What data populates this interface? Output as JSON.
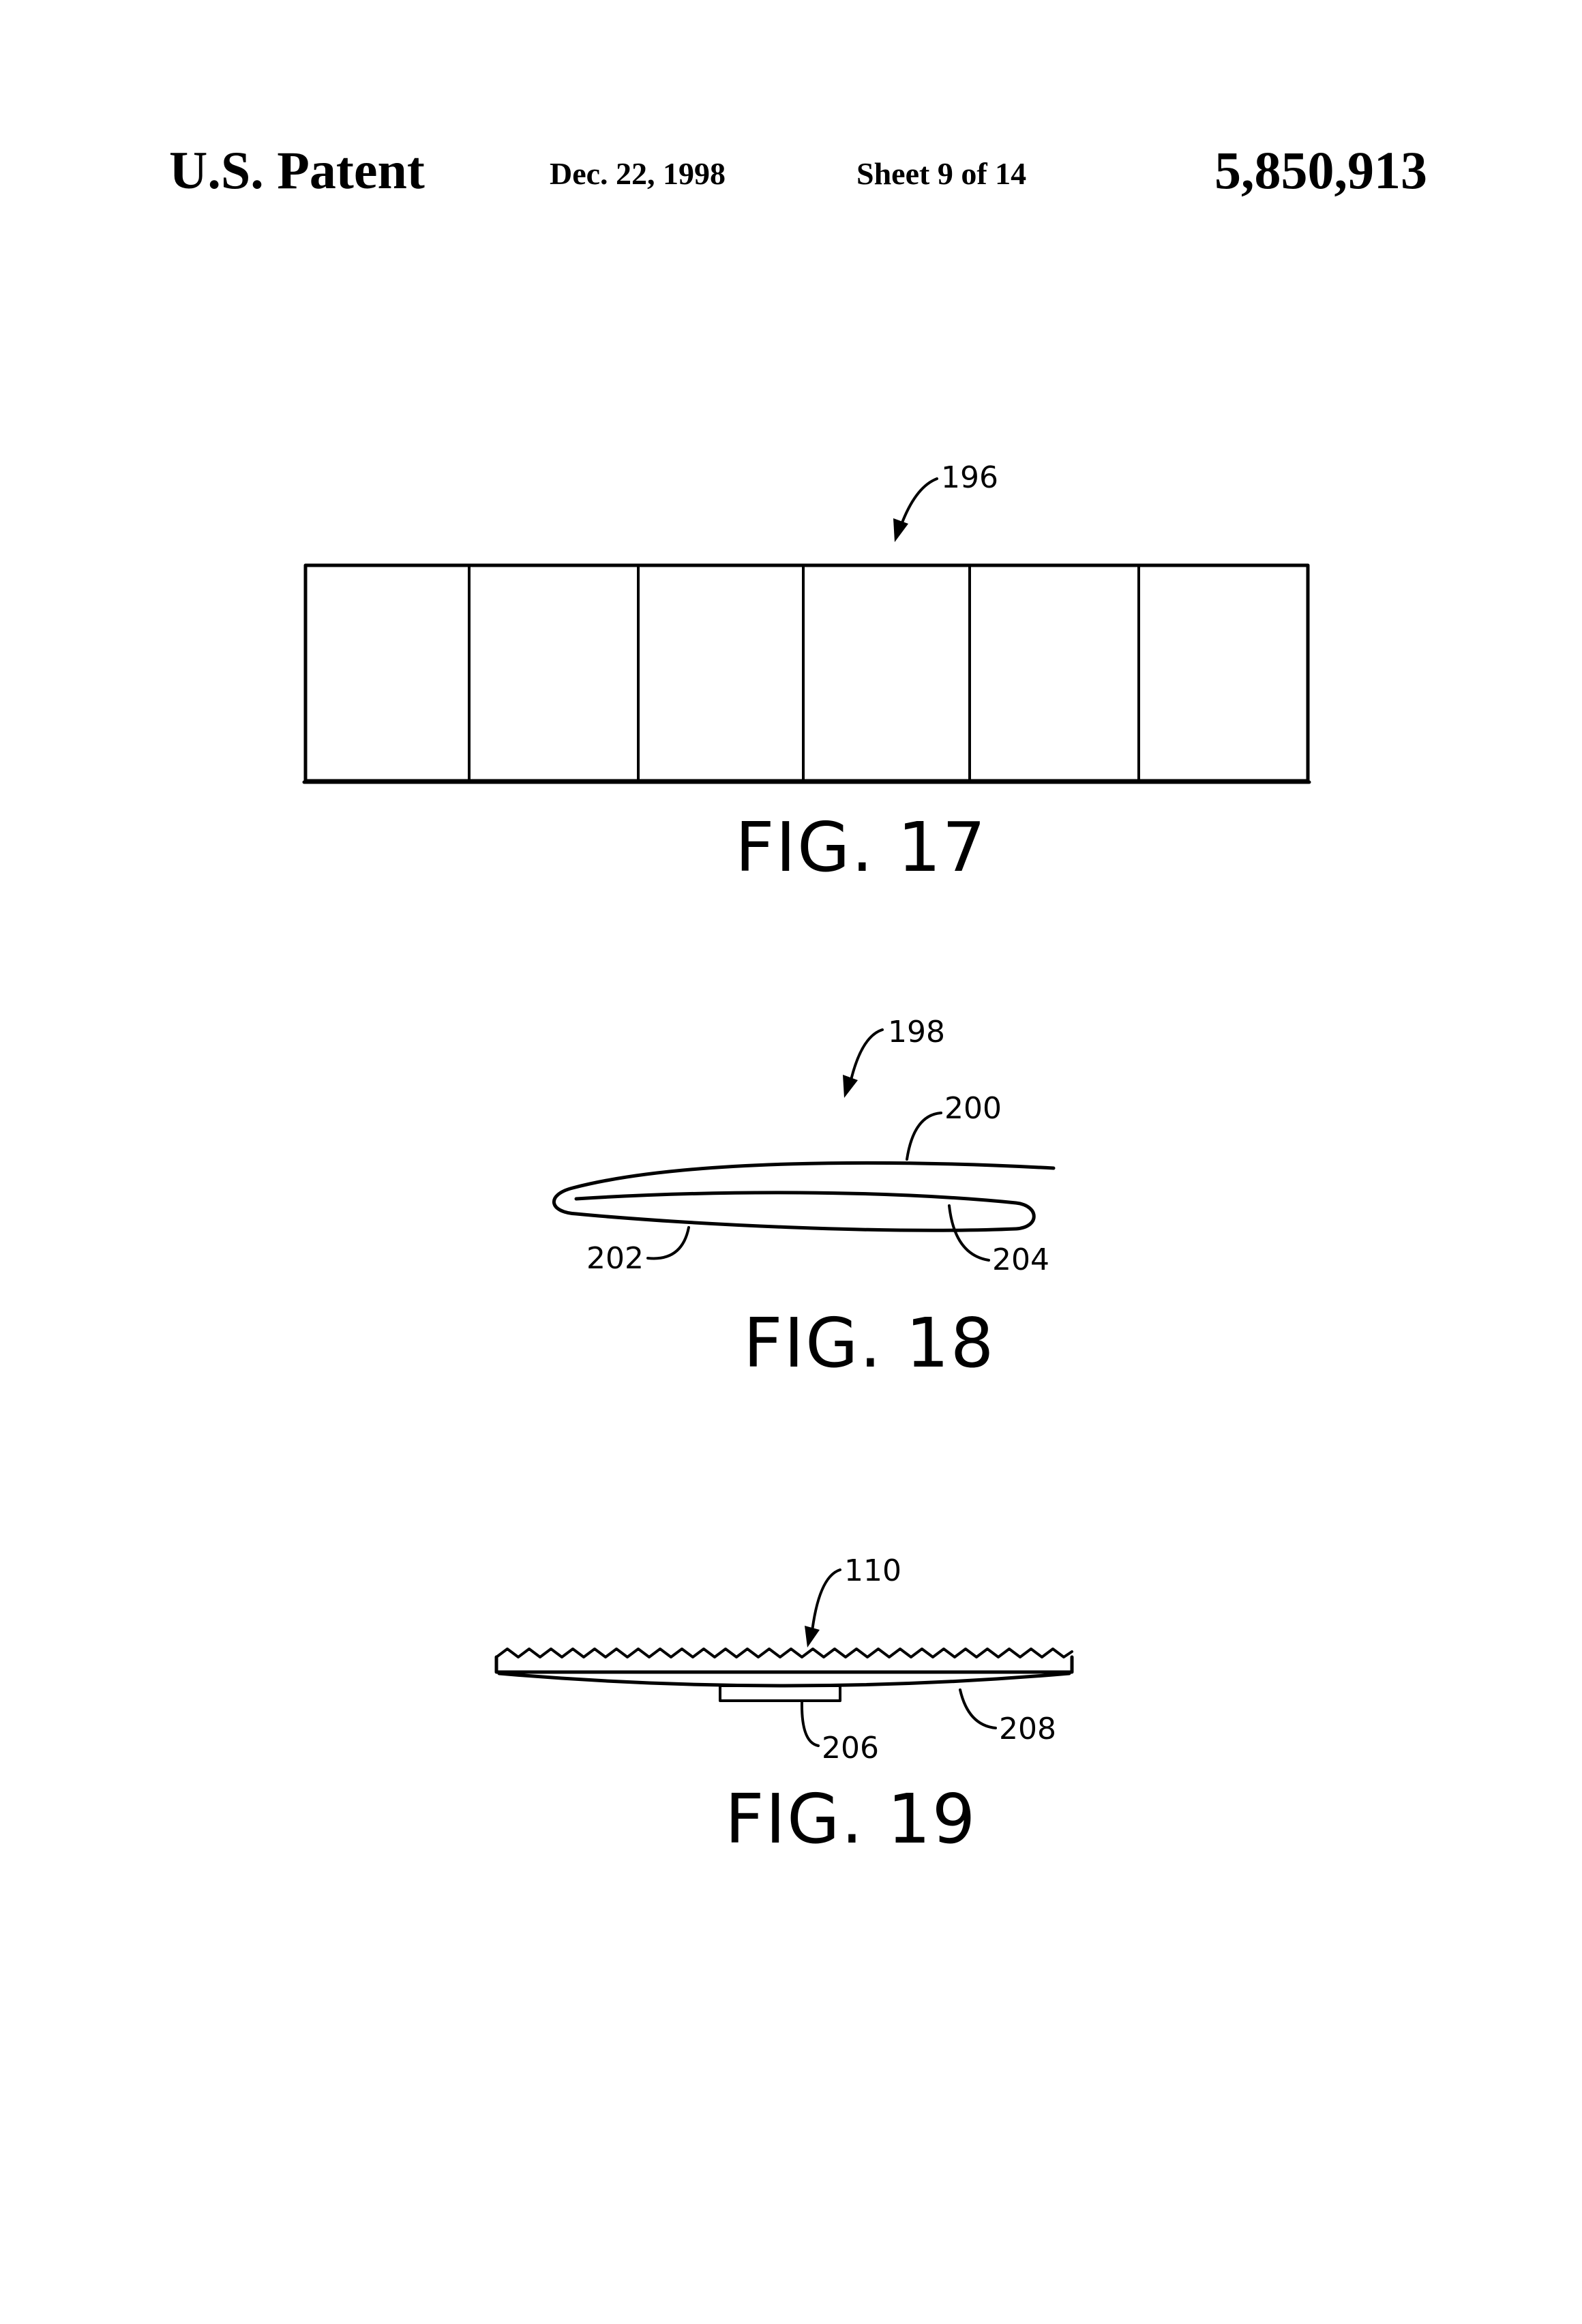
{
  "header": {
    "left": "U.S. Patent",
    "date": "Dec. 22, 1998",
    "sheet": "Sheet 9 of 14",
    "patent_number": "5,850,913"
  },
  "figures": [
    {
      "label": "FIG. 17",
      "refs": [
        "196"
      ]
    },
    {
      "label": "FIG. 18",
      "refs": [
        "198",
        "200",
        "202",
        "204"
      ]
    },
    {
      "label": "FIG. 19",
      "refs": [
        "110",
        "206",
        "208"
      ]
    }
  ]
}
